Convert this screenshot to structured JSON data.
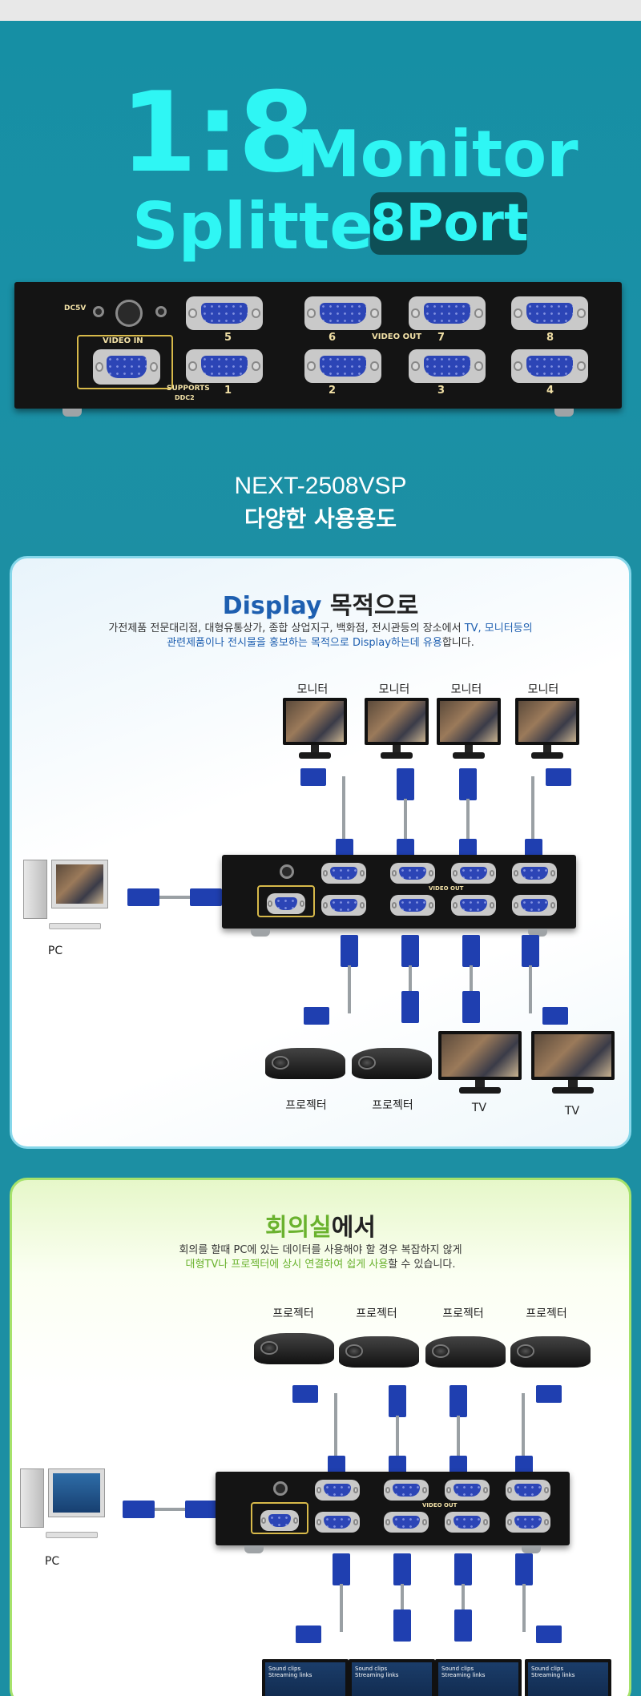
{
  "hero": {
    "title_big": "1:8",
    "title_word1": "Monitor",
    "title_word2": "Splitter",
    "badge": "8Port",
    "model": "NEXT-2508VSP",
    "subtitle": "다양한 사용용도"
  },
  "device": {
    "dc_label": "DC5V",
    "video_in_label": "VIDEO IN",
    "video_out_label": "VIDEO OUT",
    "supports_label": "SUPPORTS",
    "ddc_label": "DDC2",
    "port_numbers_top": [
      "5",
      "6",
      "7",
      "8"
    ],
    "port_numbers_bottom": [
      "1",
      "2",
      "3",
      "4"
    ]
  },
  "display_section": {
    "title_accent": "Display",
    "title_rest": " 목적으로",
    "desc_line1_a": "가전제품 전문대리점, 대형유통상가, 종합 상업지구, 백화점, 전시관등의 장소에서 ",
    "desc_line1_b": "TV, 모니터등의",
    "desc_line2_a": "관련제품이나 전시물을 홍보하는 목적으로 Display하는데 유용",
    "desc_line2_b": "합니다.",
    "monitor_labels": [
      "모니터",
      "모니터",
      "모니터",
      "모니터"
    ],
    "pc_label": "PC",
    "bottom_labels": [
      "프로젝터",
      "프로젝터",
      "TV",
      "TV"
    ]
  },
  "meeting_section": {
    "title_accent": "회의실",
    "title_rest": "에서",
    "desc_line1": "회의를 할때 PC에 있는 데이터를 사용해야 할 경우 복잡하지 않게",
    "desc_line2_a": "대형TV나 프로젝터에 상시 연결하여 쉽게 사용",
    "desc_line2_b": "할 수 있습니다.",
    "projector_labels": [
      "프로젝터",
      "프로젝터",
      "프로젝터",
      "프로젝터"
    ],
    "pc_label": "PC",
    "screen_items": [
      "Sound clips",
      "Streaming links"
    ]
  }
}
